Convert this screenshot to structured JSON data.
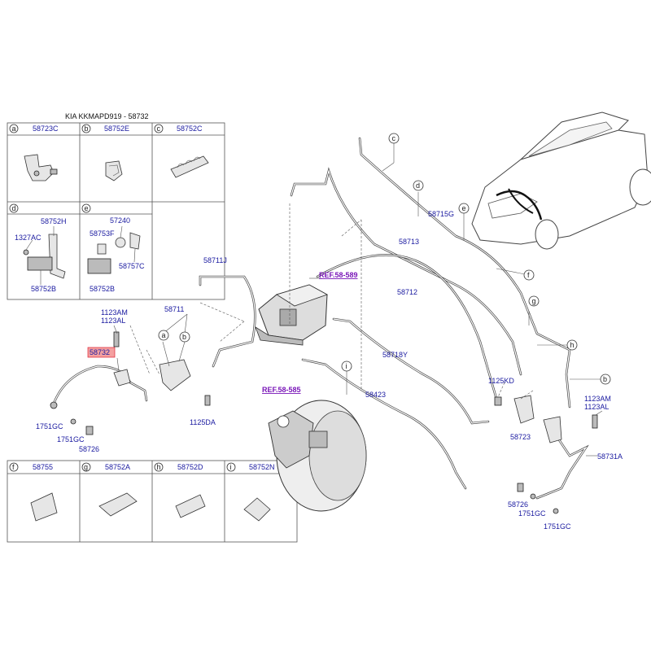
{
  "header": {
    "title": "KIA KKMAPD919 - 58732"
  },
  "legend_cells": [
    {
      "letter": "a",
      "part": "58723C"
    },
    {
      "letter": "b",
      "part": "58752E"
    },
    {
      "letter": "c",
      "part": "58752C"
    },
    {
      "letter": "d",
      "parts": [
        "58752H",
        "1327AC",
        "58752B"
      ]
    },
    {
      "letter": "e",
      "parts": [
        "57240",
        "58753F",
        "58757C",
        "58752B"
      ]
    },
    {
      "letter": "f",
      "part": "58755"
    },
    {
      "letter": "g",
      "part": "58752A"
    },
    {
      "letter": "h",
      "part": "58752D"
    },
    {
      "letter": "i",
      "part": "58752N"
    }
  ],
  "refs": [
    "REF.58-589",
    "REF.58-585"
  ],
  "highlight": {
    "part": "58732",
    "color": "#f4a0a0"
  },
  "labels": {
    "l58711J": "58711J",
    "l58711": "58711",
    "l1123AM_a": "1123AM",
    "l1123AL_a": "1123AL",
    "l1751GC_a": "1751GC",
    "l1751GC_b": "1751GC",
    "l58726_a": "58726",
    "l1125DA": "1125DA",
    "l58715G": "58715G",
    "l58713": "58713",
    "l58712": "58712",
    "l58718Y": "58718Y",
    "l58423": "58423",
    "l1125KD": "1125KD",
    "l58723": "58723",
    "l1123AM_b": "1123AM",
    "l1123AL_b": "1123AL",
    "l58731A": "58731A",
    "l58726_b": "58726",
    "l1751GC_c": "1751GC",
    "l1751GC_d": "1751GC"
  },
  "callouts": [
    "a",
    "b",
    "c",
    "d",
    "e",
    "f",
    "g",
    "h",
    "i"
  ],
  "colors": {
    "part_text": "#1a1aa0",
    "ref_text": "#7a17b8"
  }
}
